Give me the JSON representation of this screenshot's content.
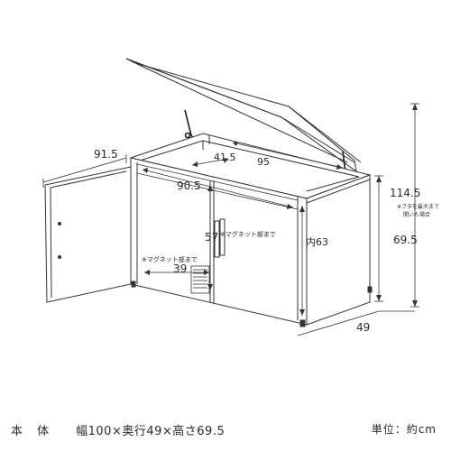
{
  "dimensions": {
    "left_depth": "91.5",
    "lid_gap": "41.5",
    "top_inner_width": "95",
    "inner_width": "90.5",
    "magnet_height": "57",
    "magnet_height_note": "※マグネット部まで",
    "magnet_depth_note": "※マグネット部まで",
    "magnet_depth": "39",
    "inner_height_label": "内63",
    "total_open_height": "114.5",
    "open_note_line1": "※フタを最大まで",
    "open_note_line2": "開いた場合",
    "body_height": "69.5",
    "body_depth": "49"
  },
  "caption": {
    "name": "本 体",
    "spec": "幅100×奥行49×高さ69.5",
    "unit": "単位：約cm"
  },
  "colors": {
    "line": "#333333",
    "dark_line": "#1a1a1a",
    "text": "#2a2a2a",
    "background": "#ffffff"
  }
}
